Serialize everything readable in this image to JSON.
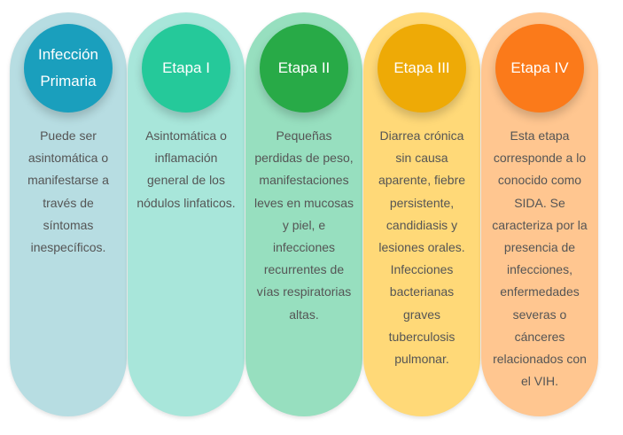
{
  "stages": [
    {
      "title": "Infección Primaria",
      "description": "Puede ser asintomática o manifestarse a través de síntomas inespecíficos.",
      "column_color": "#b7dde2",
      "circle_color": "#1a9fbd"
    },
    {
      "title": "Etapa I",
      "description": "Asintomática o inflamación general de los nódulos linfaticos.",
      "column_color": "#a8e6da",
      "circle_color": "#25c99a"
    },
    {
      "title": "Etapa II",
      "description": "Pequeñas perdidas de peso, manifestaciones leves en mucosas y piel, e infecciones recurrentes de vías respiratorias altas.",
      "column_color": "#97dfbf",
      "circle_color": "#28aa47"
    },
    {
      "title": "Etapa III",
      "description": "Diarrea crónica sin causa aparente, fiebre persistente, candidiasis y lesiones orales. Infecciones bacterianas graves tuberculosis pulmonar.",
      "column_color": "#ffd978",
      "circle_color": "#eeaa06"
    },
    {
      "title": "Etapa IV",
      "description": "Esta etapa corresponde a lo conocido como SIDA. Se caracteriza por la presencia de infecciones, enfermedades severas o cánceres relacionados con el VIH.",
      "column_color": "#ffc690",
      "circle_color": "#fb7a1a"
    }
  ]
}
